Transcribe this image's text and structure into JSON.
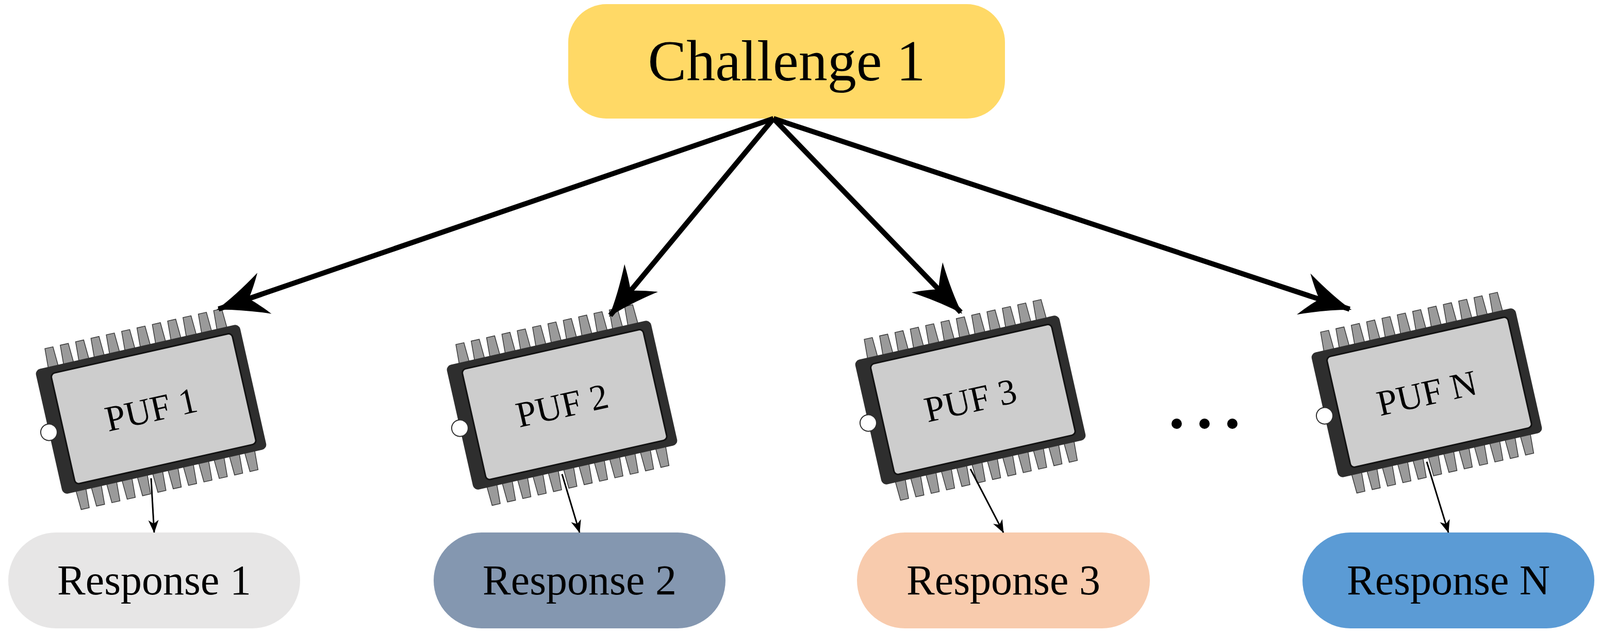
{
  "diagram": {
    "nodes": [
      {
        "text": [
          "Challenge 1"
        ]
      },
      {
        "text": [
          "PUF 1"
        ]
      },
      {
        "text": [
          "PUF 2"
        ]
      },
      {
        "text": [
          "PUF 3"
        ]
      },
      {
        "text": [
          "PUF N"
        ]
      },
      {
        "text": [
          "Response 1"
        ]
      },
      {
        "text": [
          "Response 2"
        ]
      },
      {
        "text": [
          "Response 3"
        ]
      },
      {
        "text": [
          "Response N"
        ]
      }
    ],
    "edges": [
      {
        "from": 0,
        "to": 1,
        "arrow": "to"
      },
      {
        "from": 0,
        "to": 2,
        "arrow": "to"
      },
      {
        "from": 0,
        "to": 3,
        "arrow": "to"
      },
      {
        "from": 0,
        "to": 4,
        "arrow": "to"
      },
      {
        "from": 1,
        "to": 5,
        "arrow": "to"
      },
      {
        "from": 2,
        "to": 6,
        "arrow": "to"
      },
      {
        "from": 3,
        "to": 7,
        "arrow": "to"
      },
      {
        "from": 4,
        "to": 8,
        "arrow": "to"
      }
    ]
  }
}
